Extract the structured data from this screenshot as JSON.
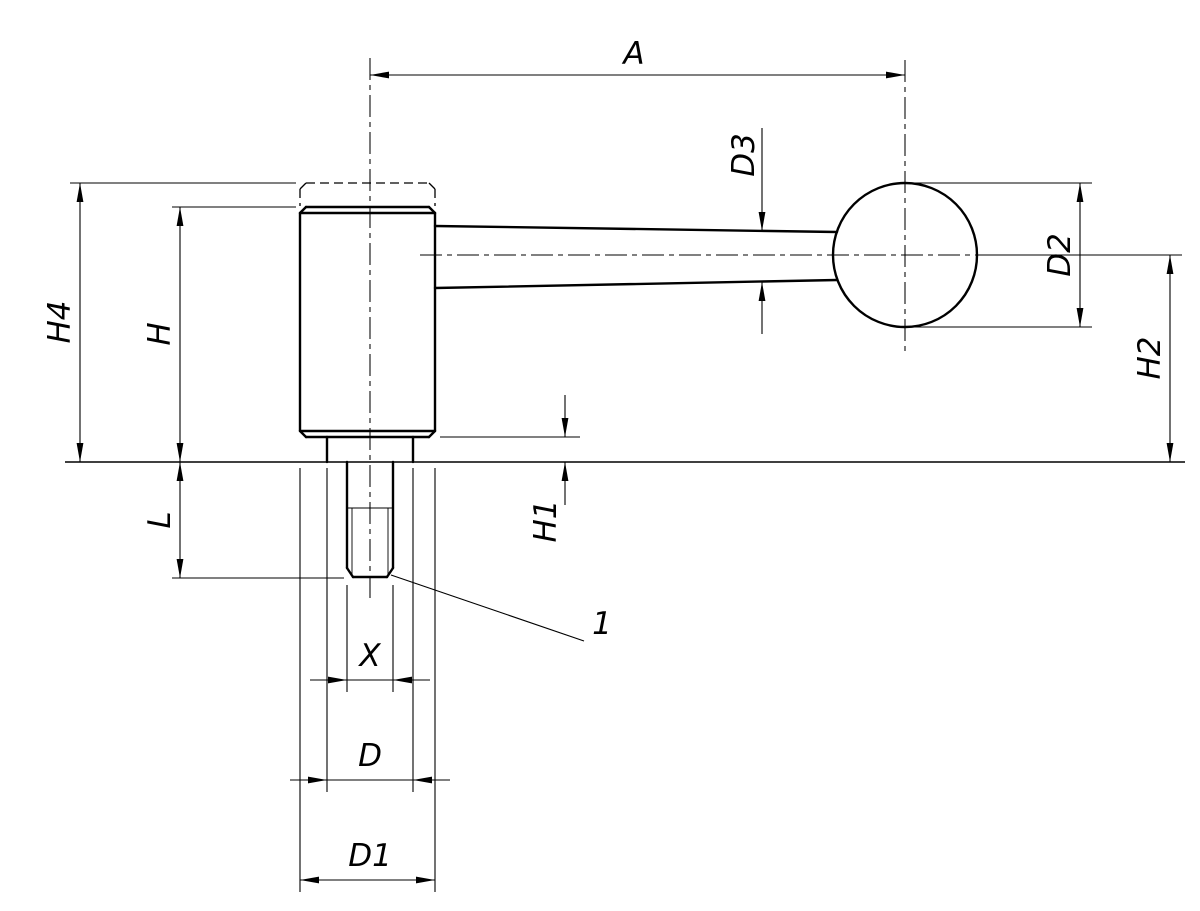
{
  "colors": {
    "line": "#000000",
    "background": "#ffffff"
  },
  "dimensions": {
    "a": "A",
    "d3": "D3",
    "d2": "D2",
    "h2": "H2",
    "h4": "H4",
    "h": "H",
    "l": "L",
    "h1": "H1",
    "x": "X",
    "d": "D",
    "d1": "D1"
  },
  "notes": {
    "position_ref": "1"
  }
}
